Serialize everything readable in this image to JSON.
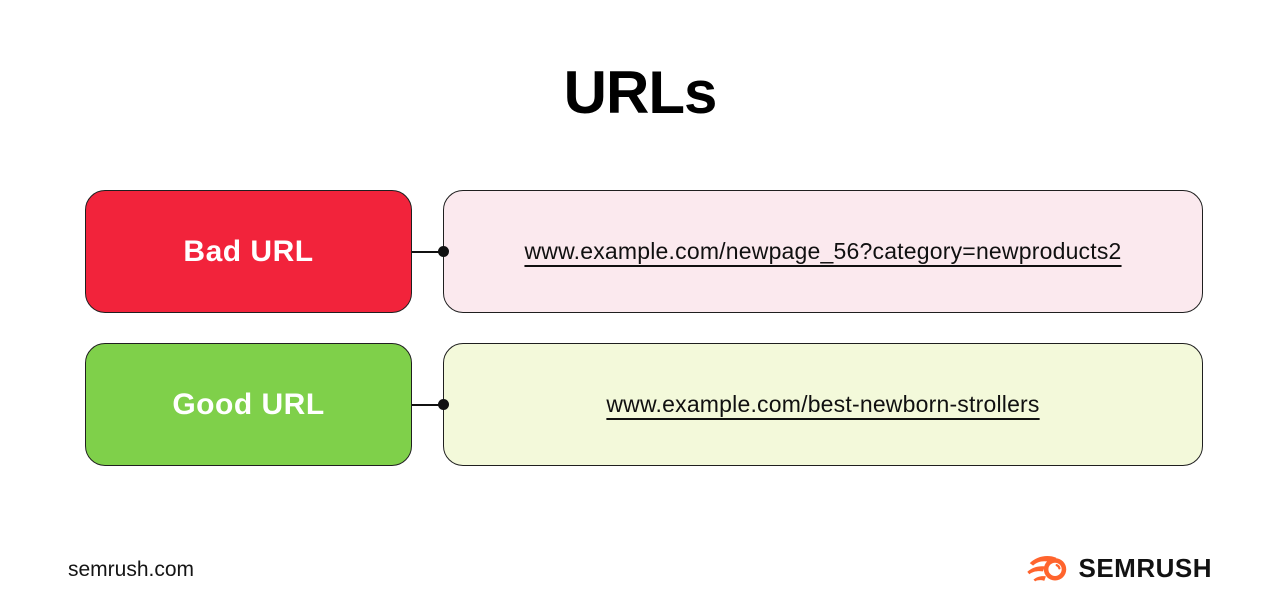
{
  "title": "URLs",
  "rows": [
    {
      "label": "Bad URL",
      "url": "www.example.com/newpage_56?category=newproducts2",
      "colors": {
        "label_bg": "#f2233b",
        "url_bg": "#fbe9ee"
      }
    },
    {
      "label": "Good URL",
      "url": "www.example.com/best-newborn-strollers",
      "colors": {
        "label_bg": "#7fd04a",
        "url_bg": "#f3f9da"
      }
    }
  ],
  "footer": {
    "site": "semrush.com",
    "brand": "SEMRUSH",
    "logo_color": "#ff642d"
  },
  "colors": {
    "background": "#ffffff",
    "border": "#1f1f1f",
    "connector": "#111111",
    "title_text": "#000000",
    "label_text": "#ffffff",
    "url_text": "#101010"
  }
}
